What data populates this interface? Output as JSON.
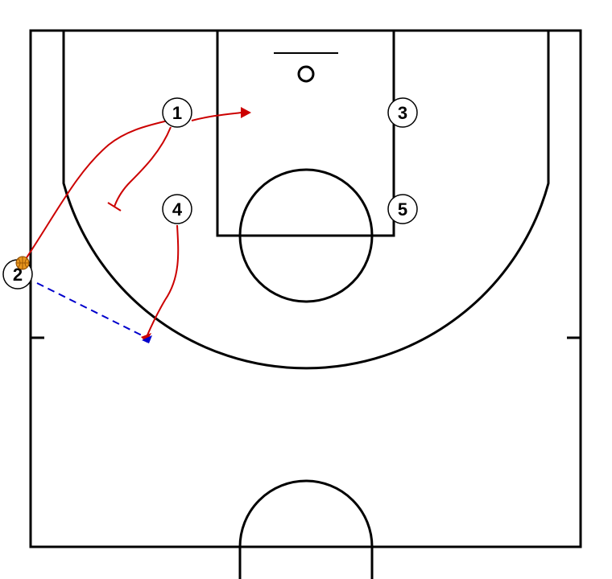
{
  "diagram": {
    "type": "basketball-half-court-play",
    "colors": {
      "court_lines": "#000000",
      "movement": "#cc0000",
      "pass": "#0000cc",
      "ball": "#e8961e",
      "player_fill": "#ffffff"
    },
    "players": [
      {
        "id": "p1",
        "label": "1"
      },
      {
        "id": "p2",
        "label": "2",
        "has_ball": true
      },
      {
        "id": "p3",
        "label": "3"
      },
      {
        "id": "p4",
        "label": "4"
      },
      {
        "id": "p5",
        "label": "5"
      }
    ],
    "actions": [
      {
        "from": "1",
        "kind": "cut",
        "icon": "arrow-end"
      },
      {
        "from": "1",
        "kind": "screen",
        "icon": "screen-bar-end"
      },
      {
        "from": "2",
        "kind": "cut",
        "icon": "arrow-end"
      },
      {
        "from": "4",
        "kind": "cut",
        "icon": "arrow-end"
      },
      {
        "from": "2",
        "to": "4",
        "kind": "pass",
        "style": "dashed"
      }
    ]
  }
}
